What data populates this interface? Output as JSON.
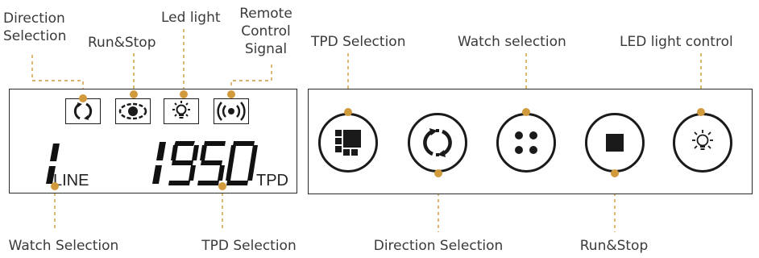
{
  "accent_color": "#d19a3c",
  "display_panel": {
    "top_labels": [
      {
        "text": "Direction\nSelection"
      },
      {
        "text": "Run&Stop"
      },
      {
        "text": "Led light"
      },
      {
        "text": "Remote\nControl\nSignal"
      }
    ],
    "icons": [
      "direction-arrows-icon",
      "run-stop-eye-icon",
      "led-bulb-icon",
      "remote-signal-icon"
    ],
    "watch_digit": "1",
    "line_label": "LINE",
    "tpd_value": "1950",
    "tpd_unit": "TPD",
    "bottom_labels": [
      {
        "text": "Watch Selection"
      },
      {
        "text": "TPD Selection"
      }
    ]
  },
  "remote_panel": {
    "top_labels": [
      {
        "text": "TPD Selection"
      },
      {
        "text": "Watch selection"
      },
      {
        "text": "LED light control"
      }
    ],
    "buttons": [
      "tpd-grid-icon",
      "direction-arrows-icon",
      "watch-dots-icon",
      "stop-square-icon",
      "led-bulb-icon"
    ],
    "bottom_labels": [
      {
        "text": "Direction Selection"
      },
      {
        "text": "Run&Stop"
      }
    ]
  }
}
